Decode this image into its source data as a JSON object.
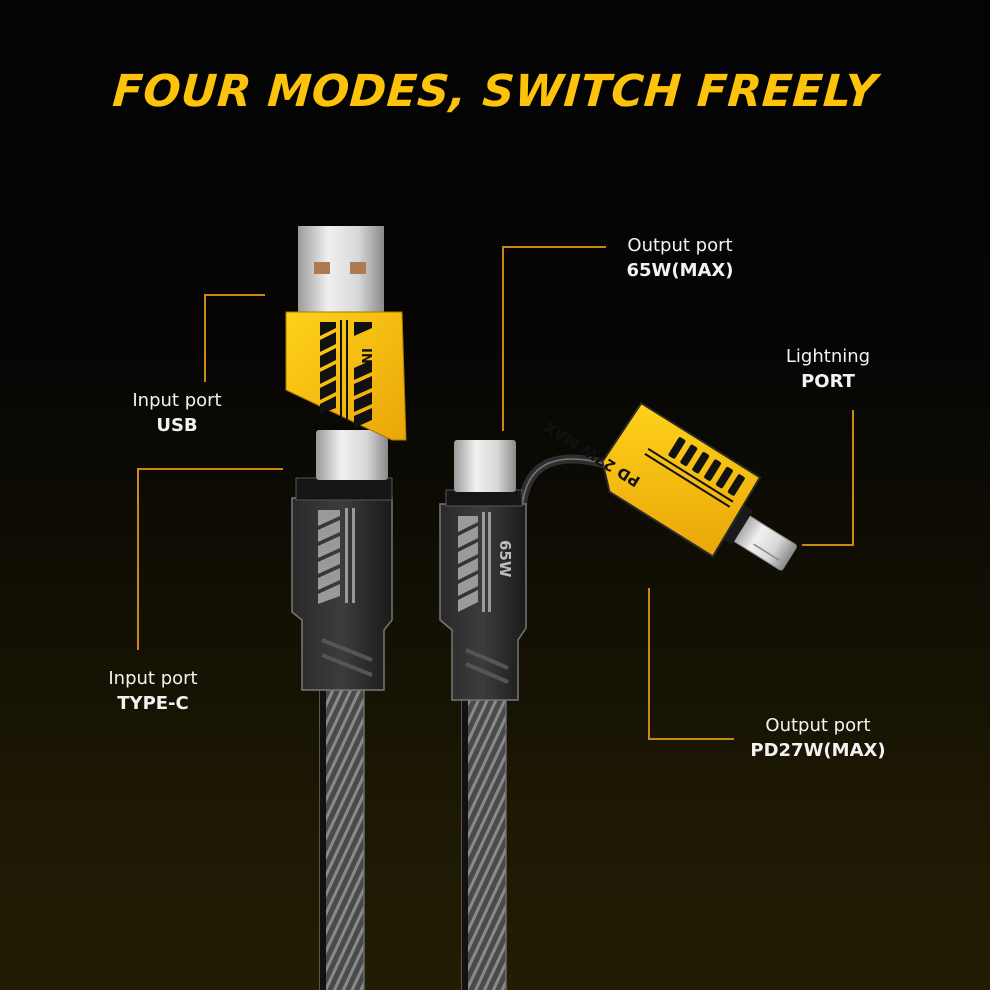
{
  "title": "FOUR MODES, SWITCH FREELY",
  "colors": {
    "accent": "#fcc30a",
    "leader_line": "#c88a10",
    "label_text": "#f2f2f2",
    "connector_yellow": "#f5b90c",
    "cable_grey": "#555555"
  },
  "callouts": {
    "usb": {
      "line1": "Input port",
      "line2": "USB"
    },
    "type_c": {
      "line1": "Input port",
      "line2": "TYPE-C"
    },
    "output_65w": {
      "line1": "Output port",
      "line2": "65W(MAX)"
    },
    "lightning": {
      "line1": "Lightning",
      "line2": "PORT"
    },
    "output_pd27w": {
      "line1": "Output port",
      "line2": "PD27W(MAX)"
    }
  },
  "product": {
    "left_connector_text": "IN",
    "right_connector_text": "65W",
    "lightning_adapter_text": "PD 27W MAX"
  }
}
